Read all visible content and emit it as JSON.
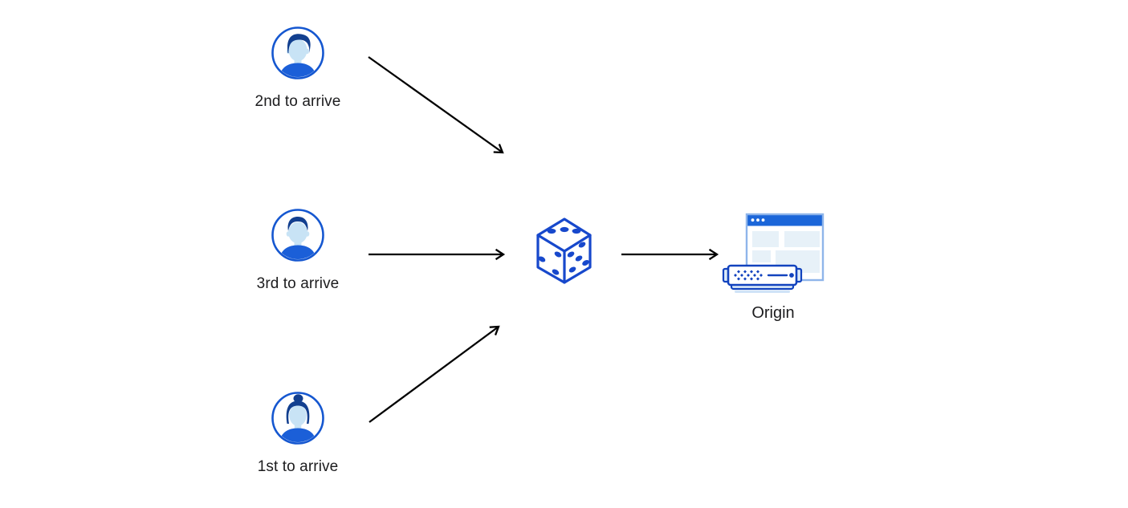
{
  "diagram": {
    "clients": [
      {
        "label": "2nd to arrive",
        "icon": "avatar-man-swept-hair-icon"
      },
      {
        "label": "3rd to arrive",
        "icon": "avatar-man-short-hair-icon"
      },
      {
        "label": "1st to arrive",
        "icon": "avatar-woman-bun-icon"
      }
    ],
    "randomizer": {
      "icon": "dice-icon"
    },
    "origin": {
      "label": "Origin",
      "icon": "origin-server-icon"
    },
    "colors": {
      "avatar_ring_blue": "#1557d0",
      "hair_navy": "#123f8f",
      "face_light_blue": "#c8e3f5",
      "shirt_blue": "#1b5fd8",
      "dice_blue": "#1748cc",
      "browser_bar_blue": "#1b66d9",
      "window_border_blue": "#8fb5ea",
      "panel_pale_blue": "#e7f1f8",
      "server_blue": "#1243be",
      "server_bracket_fill": "#dcebf9",
      "shadow_pale_blue": "#cfe3f7",
      "arrow_black": "#000000",
      "label_text": "#1c1c1e",
      "background": "#ffffff"
    }
  }
}
